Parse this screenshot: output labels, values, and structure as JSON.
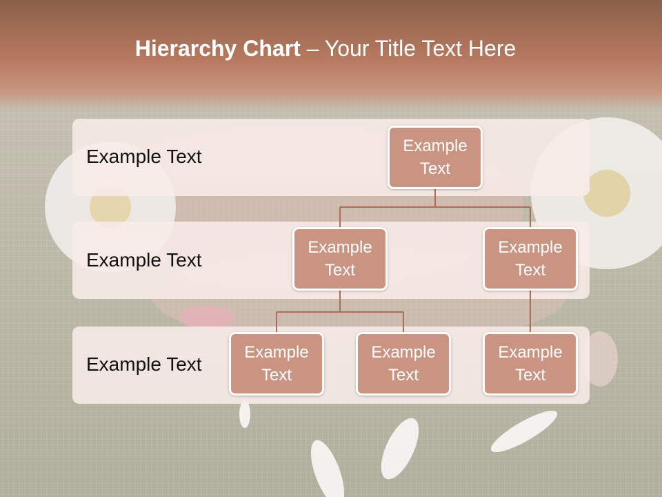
{
  "title": {
    "bold": "Hierarchy Chart",
    "rest": " – Your Title Text Here"
  },
  "levels": [
    {
      "label": "Example Text"
    },
    {
      "label": "Example Text"
    },
    {
      "label": "Example Text"
    }
  ],
  "nodes": {
    "root": "Example\nText",
    "level2_left": "Example\nText",
    "level2_right": "Example\nText",
    "level3_a": "Example\nText",
    "level3_b": "Example\nText",
    "level3_c": "Example\nText"
  },
  "colors": {
    "header": "#b06a50",
    "node_fill": "#c99582",
    "node_border": "#ffffff",
    "band_fill": "#f8ece8",
    "connector": "#a86f58"
  }
}
